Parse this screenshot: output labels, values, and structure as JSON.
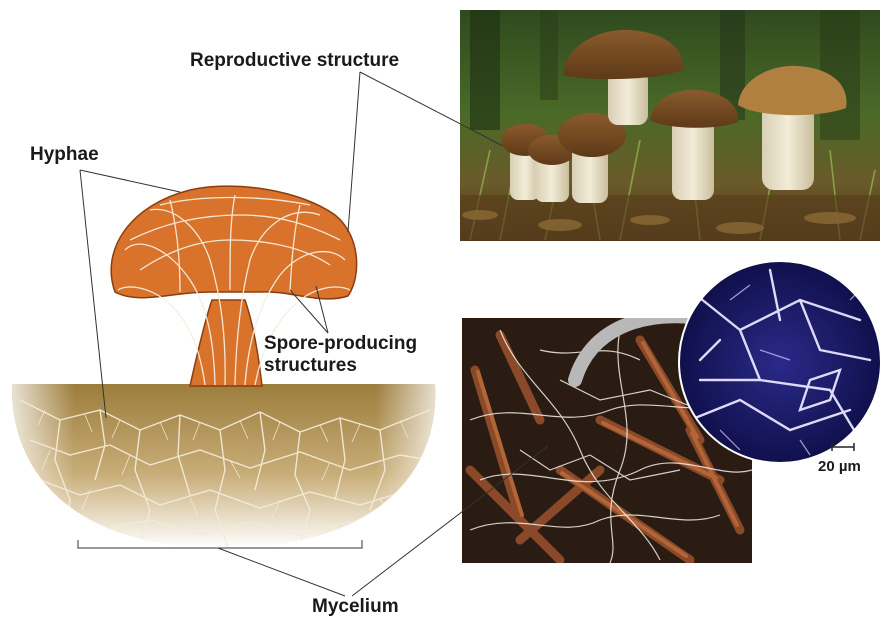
{
  "labels": {
    "reproductive_structure": "Reproductive structure",
    "hyphae": "Hyphae",
    "spore_line1": "Spore-producing",
    "spore_line2": "structures",
    "mycelium": "Mycelium",
    "scale_bar": "20 µm"
  },
  "images": {
    "mushroom_photo": "photo of mushrooms in forest",
    "mycelium_photo": "photo of mycelium on pine needles",
    "micrograph": "micrograph of hyphae"
  },
  "colors": {
    "cap_orange": "#d9722a",
    "soil_brown": "#a8874a",
    "hyphae_white": "#f3ead8",
    "micrograph_blue": "#1a1a6e"
  }
}
